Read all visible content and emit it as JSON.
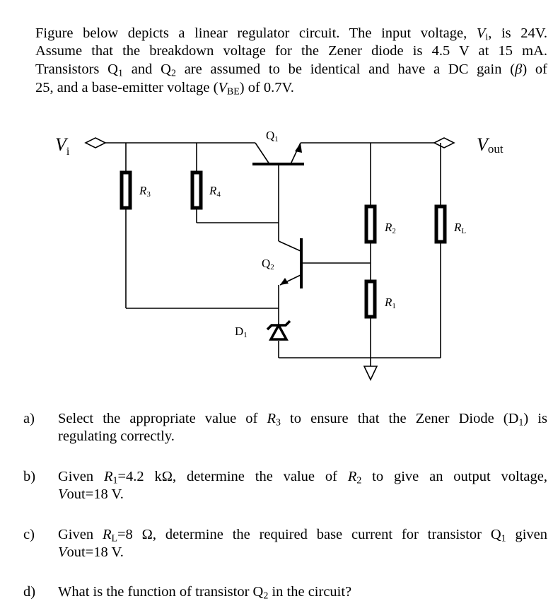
{
  "intro": {
    "l1a": "Figure below depicts a linear regulator circuit. The input voltage, ",
    "l1v": "V",
    "l1sub": "i",
    "l1b": ", is 24V.",
    "l2": "Assume that the breakdown voltage for the Zener diode is 4.5 V at 15 mA.",
    "l3a": "Transistors Q",
    "l3s1": "1",
    "l3b": " and Q",
    "l3s2": "2",
    "l3c": " are assumed to be identical and have a DC gain (",
    "l3beta": "β",
    "l3d": ") of",
    "l4a": "25, and a base-emitter voltage (",
    "l4v": "V",
    "l4sub": "BE",
    "l4b": ") of 0.7V."
  },
  "circuit": {
    "vi": "V",
    "vi_sub": "i",
    "vout": "V",
    "vout_sub": "out",
    "q1": "Q",
    "q1_sub": "1",
    "q2": "Q",
    "q2_sub": "2",
    "r1": "R",
    "r1_sub": "1",
    "r2": "R",
    "r2_sub": "2",
    "r3": "R",
    "r3_sub": "3",
    "r4": "R",
    "r4_sub": "4",
    "rl": "R",
    "rl_sub": "L",
    "d1": "D",
    "d1_sub": "1"
  },
  "questions": [
    {
      "label": "a)",
      "p1": "Select the appropriate value of ",
      "v": "R",
      "s": "3",
      "p2": " to ensure that the Zener Diode (D",
      "s2": "1",
      "p3": ") is",
      "line2": "regulating correctly."
    },
    {
      "label": "b)",
      "p1": "Given ",
      "v": "R",
      "s": "1",
      "p2": "=4.2 kΩ, determine the value of ",
      "v2": "R",
      "s2": "2",
      "p3": " to give an output voltage,",
      "l2v": "V",
      "line2": "out=18 V."
    },
    {
      "label": "c)",
      "p1": "Given ",
      "v": "R",
      "s": "L",
      "p2": "=8 Ω, determine the required base current for transistor Q",
      "s2": "1",
      "p3": " given",
      "l2v": "V",
      "line2": "out=18 V."
    },
    {
      "label": "d)",
      "p1": "What is the function of transistor Q",
      "s": "2",
      "p2": " in the circuit?"
    }
  ]
}
